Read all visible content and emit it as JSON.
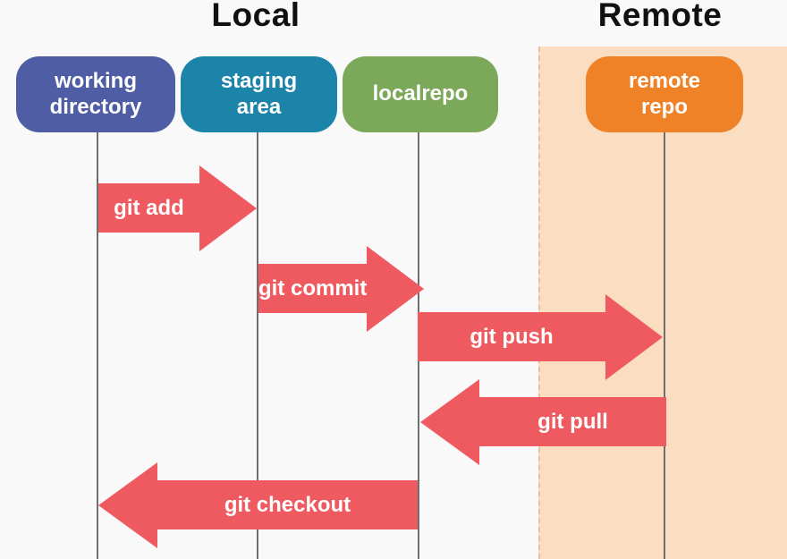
{
  "titles": {
    "local": "Local",
    "remote": "Remote"
  },
  "nodes": [
    {
      "id": "working-directory",
      "label": "working\ndirectory",
      "color": "#4F5DA5",
      "section": "local"
    },
    {
      "id": "staging-area",
      "label": "staging\narea",
      "color": "#1C84A8",
      "section": "local"
    },
    {
      "id": "local-repo",
      "label": "localrepo",
      "color": "#7CA859",
      "section": "local"
    },
    {
      "id": "remote-repo",
      "label": "remote\nrepo",
      "color": "#EF8227",
      "section": "remote"
    }
  ],
  "arrows": [
    {
      "id": "git-add",
      "label": "git add",
      "direction": "right",
      "from": "working-directory",
      "to": "staging-area"
    },
    {
      "id": "git-commit",
      "label": "git commit",
      "direction": "right",
      "from": "staging-area",
      "to": "local-repo"
    },
    {
      "id": "git-push",
      "label": "git push",
      "direction": "right",
      "from": "local-repo",
      "to": "remote-repo"
    },
    {
      "id": "git-pull",
      "label": "git pull",
      "direction": "left",
      "from": "remote-repo",
      "to": "local-repo"
    },
    {
      "id": "git-checkout",
      "label": "git checkout",
      "direction": "left",
      "from": "local-repo",
      "to": "working-directory"
    }
  ],
  "colors": {
    "arrow": "#EE5A5F",
    "arrow_text": "#FFFFFF",
    "node_text": "#FFFFFF",
    "remote_panel": "#FBDEC2",
    "lifeline": "#6F6F6F",
    "background": "#F9F9F9",
    "title_text": "#111111"
  }
}
